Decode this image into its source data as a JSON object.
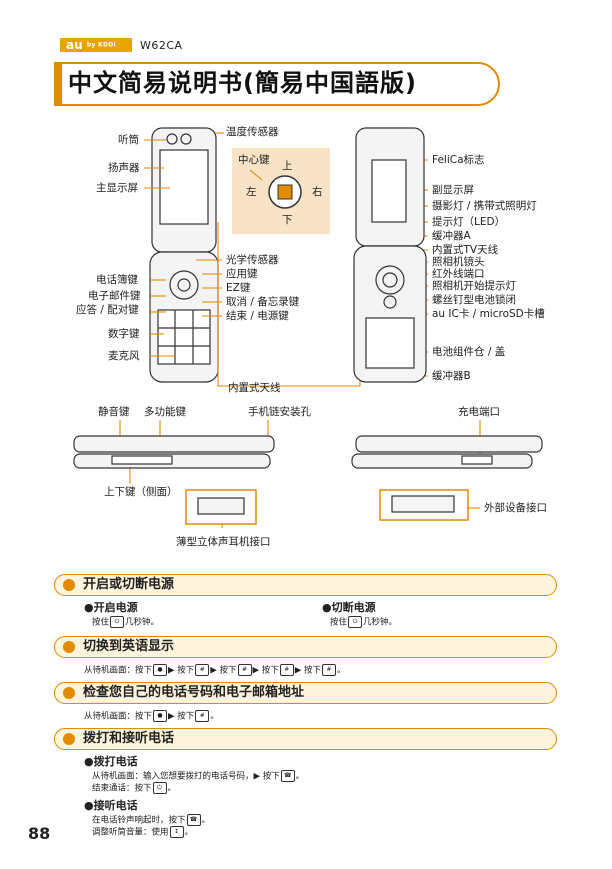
{
  "header": {
    "brand_text": "au",
    "brand_sub": "by KDDI",
    "model": "W62CA",
    "title": "中文简易说明书(簡易中国語版)"
  },
  "diagram": {
    "front_labels": {
      "earpiece": "听筒",
      "temp_sensor": "温度传感器",
      "speaker": "扬声器",
      "main_display": "主显示屏",
      "center_key": "中心键",
      "up": "上",
      "down": "下",
      "left": "左",
      "right": "右",
      "light_sensor": "光学传感器",
      "app_key": "应用键",
      "phonebook_key": "电话簿键",
      "ez_key": "EZ键",
      "mail_key": "电子邮件键",
      "cancel_key": "取消 / 备忘录键",
      "answer_key": "应答 / 配对键",
      "end_key": "结束 / 电源键",
      "number_keys": "数字键",
      "microphone": "麦克风",
      "antenna": "内置式天线"
    },
    "back_labels": {
      "felica": "FeliCa标志",
      "sub_display": "副显示屏",
      "camera_light": "摄影灯 / 携带式照明灯",
      "indicator": "提示灯（LED）",
      "buffer_a": "缓冲器A",
      "tv_antenna": "内置式TV天线",
      "camera_lens": "照相机镜头",
      "infrared": "红外线端口",
      "camera_start": "照相机开始提示灯",
      "screw_lock": "螺丝钉型电池锁闭",
      "au_ic": "au IC卡 / microSD卡槽",
      "battery_cover": "电池组件仓 / 盖",
      "buffer_b": "缓冲器B"
    },
    "side_labels": {
      "mute_key": "静音键",
      "multi_key": "多功能键",
      "strap_hole": "手机链安装孔",
      "charge_port": "充电端口",
      "side_updown": "上下键（侧面）",
      "ext_port": "外部设备接口",
      "earphone": "薄型立体声耳机接口"
    }
  },
  "sections": [
    {
      "title": "开启或切断电源",
      "power_on": "●开启电源",
      "power_on_text_a": "按住",
      "power_on_text_b": "几秒钟。",
      "power_off": "●切断电源",
      "power_off_text_a": "按住",
      "power_off_text_b": "几秒钟。"
    },
    {
      "title": "切换到英语显示",
      "text_a": "从待机画面：按下",
      "text_b": "▶ 按下",
      "text_c": "▶ 按下",
      "text_d": "▶ 按下",
      "text_e": "▶ 按下",
      "text_end": "。"
    },
    {
      "title": "检查您自己的电话号码和电子邮箱地址",
      "text_a": "从待机画面：按下",
      "text_b": "▶ 按下",
      "text_end": "。"
    },
    {
      "title": "拨打和接听电话",
      "call": "●拨打电话",
      "call_text1_a": "从待机画面：输入您想要拨打的电话号码，▶ 按下",
      "call_text1_end": "。",
      "call_text2_a": "结束通话：按下",
      "call_text2_end": "。",
      "answer": "●接听电话",
      "answer_text1_a": "在电话铃声响起时，按下",
      "answer_text1_end": "。",
      "answer_text2_a": "调整听筒音量：使用",
      "answer_text2_end": "。"
    }
  ],
  "page_number": "88",
  "colors": {
    "accent": "#e28a00",
    "section_bg": "#fff4dc",
    "logo": "#e9a300"
  }
}
